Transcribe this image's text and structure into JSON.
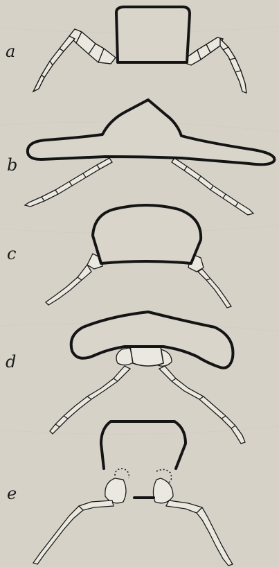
{
  "figure": {
    "panels": [
      {
        "id": "a",
        "label": "a"
      },
      {
        "id": "b",
        "label": "b"
      },
      {
        "id": "c",
        "label": "c"
      },
      {
        "id": "d",
        "label": "d"
      },
      {
        "id": "e",
        "label": "e"
      }
    ]
  },
  "colors": {
    "paper": "#d9d5cb",
    "ink": "#161616",
    "leg_fill": "#ebe8e0"
  }
}
